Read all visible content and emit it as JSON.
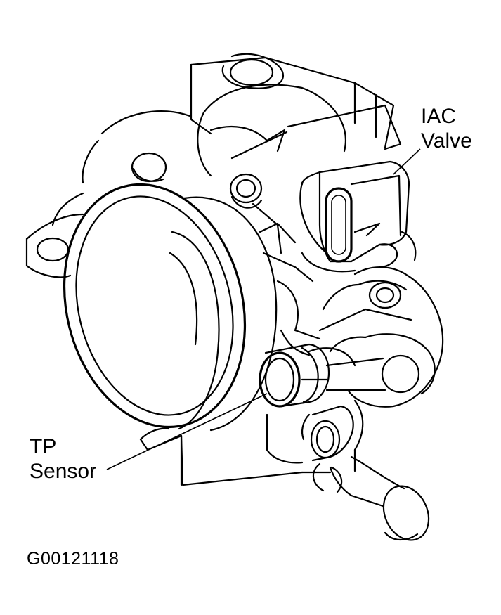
{
  "labels": {
    "iac_line1": "IAC",
    "iac_line2": "Valve",
    "tp_line1": "TP",
    "tp_line2": "Sensor"
  },
  "figure_id": "G00121118"
}
